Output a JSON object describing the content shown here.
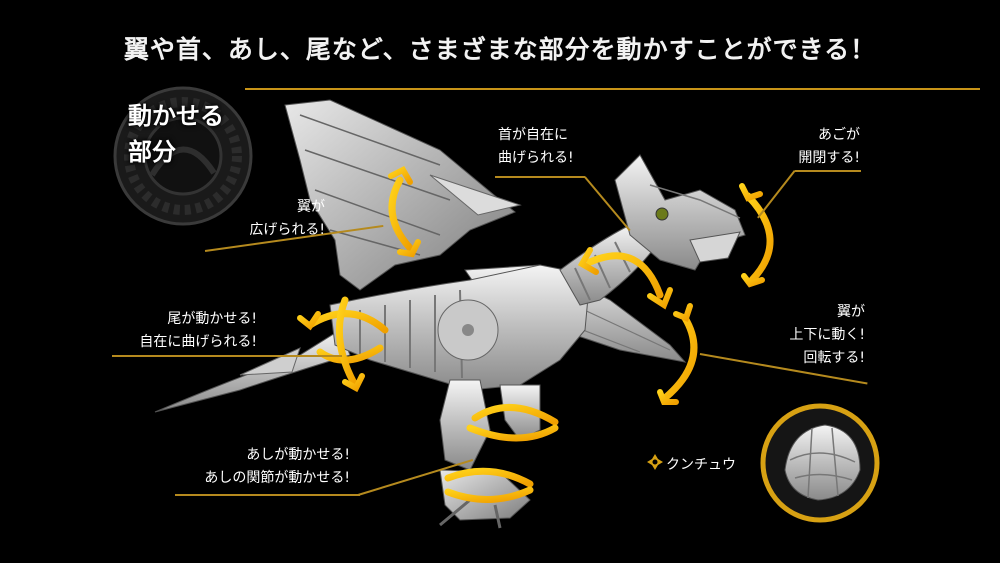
{
  "headline": "翼や首、あし、尾など、さまざまな部分を動かすことができる！",
  "emblem": {
    "line1": "動かせる",
    "line2": "部分"
  },
  "labels": {
    "wings_spread": [
      "翼が",
      "広げられる!"
    ],
    "neck_bend": [
      "首が自在に",
      "曲げられる!"
    ],
    "jaw": [
      "あごが",
      "開閉する!"
    ],
    "tail": [
      "尾が動かせる!",
      "自在に曲げられる!"
    ],
    "wings_move": [
      "翼が",
      "上下に動く!",
      "回転する!"
    ],
    "legs": [
      "あしが動かせる!",
      "あしの関節が動かせる!"
    ]
  },
  "inset": {
    "label": "クンチュウ",
    "icon": "shuriken-icon"
  },
  "colors": {
    "accent": "#c89418",
    "arrow": "#f2b800",
    "background": "#000000"
  }
}
